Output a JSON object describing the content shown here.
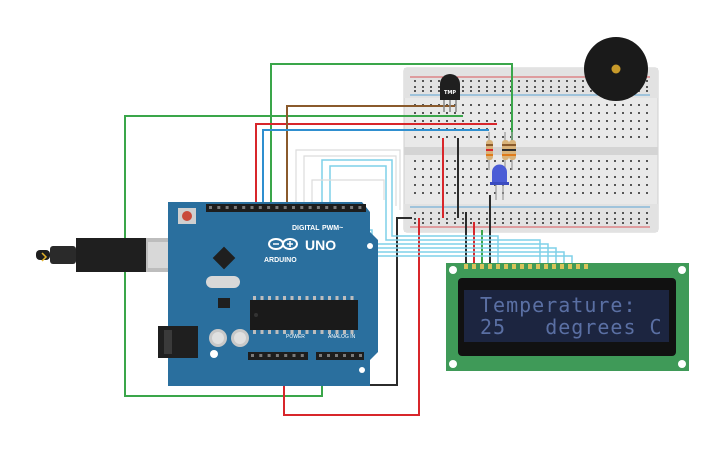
{
  "arduino": {
    "logo_text": "ARDUINO",
    "model_text": "UNO",
    "digital_label": "DIGITAL",
    "pwm_label": "PWM~",
    "power_label": "POWER",
    "analog_label": "ANALOG IN",
    "board_color": "#2a6f9e"
  },
  "lcd": {
    "line1": "Temperature:",
    "line2": "25   degrees C",
    "board_color": "#3f9a58",
    "screen_color": "#1c2540"
  },
  "sensor": {
    "label": "TMP"
  },
  "wire_colors": {
    "green": "#3aa64a",
    "red": "#d8262b",
    "brown": "#8a5a2c",
    "blue": "#2f8fcf",
    "black": "#2b2b2b",
    "light_blue": "#7fd0e8"
  }
}
